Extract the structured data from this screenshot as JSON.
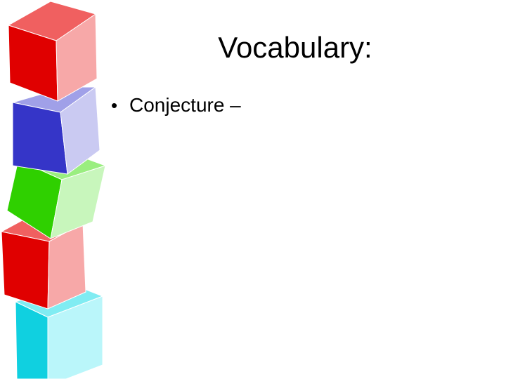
{
  "slide": {
    "title": "Vocabulary:",
    "bullets": [
      {
        "marker": "•",
        "text": "Conjecture –"
      }
    ]
  },
  "colors": {
    "background": "#ffffff",
    "text": "#000000",
    "red_front": "#e00000",
    "red_top": "#f06060",
    "red_side": "#f7a8a8",
    "blue_front": "#3535c8",
    "blue_top": "#a0a0e8",
    "blue_side": "#cacaf2",
    "green_front": "#2fd000",
    "green_top": "#9aee80",
    "green_side": "#c8f6bc",
    "cyan_front": "#10d0e0",
    "cyan_top": "#80ecf2",
    "cyan_side": "#baf6fa"
  },
  "decoration": {
    "cube_stack": [
      "red",
      "blue",
      "green",
      "red",
      "cyan"
    ]
  }
}
